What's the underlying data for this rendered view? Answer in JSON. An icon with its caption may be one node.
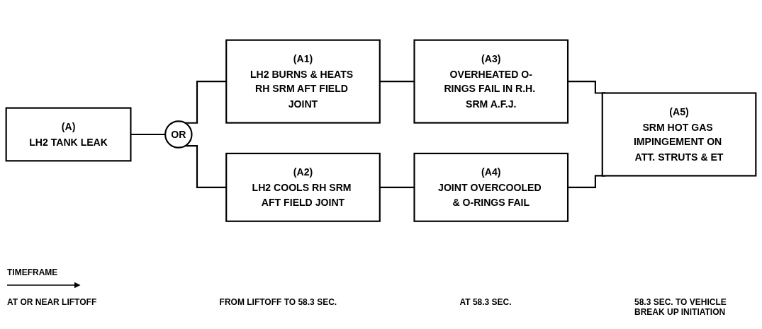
{
  "diagram": {
    "nodes": [
      {
        "text": [
          "(A)",
          "LH2 TANK LEAK"
        ]
      },
      {
        "text": [
          "OR"
        ]
      },
      {
        "text": [
          "(A1)",
          "LH2 BURNS & HEATS RH SRM AFT FIELD JOINT"
        ]
      },
      {
        "text": [
          "(A2)",
          "LH2 COOLS RH SRM AFT FIELD JOINT"
        ]
      },
      {
        "text": [
          "(A3)",
          "OVERHEATED O-RINGS FAIL IN R.H. SRM A.F.J."
        ]
      },
      {
        "text": [
          "(A4)",
          "JOINT OVERCOOLED & O-RINGS FAIL"
        ]
      },
      {
        "text": [
          "(A5)",
          "SRM HOT GAS IMPINGEMENT ON ATT. STRUTS & ET"
        ]
      }
    ],
    "edges": [
      {
        "from": 0,
        "to": 1,
        "arrow": "none"
      },
      {
        "from": 1,
        "to": 2,
        "arrow": "none"
      },
      {
        "from": 1,
        "to": 3,
        "arrow": "none"
      },
      {
        "from": 2,
        "to": 4,
        "arrow": "none"
      },
      {
        "from": 3,
        "to": 5,
        "arrow": "none"
      },
      {
        "from": 4,
        "to": 6,
        "arrow": "none"
      },
      {
        "from": 5,
        "to": 6,
        "arrow": "none"
      }
    ],
    "labels": [
      "TIMEFRAME",
      "AT OR NEAR LIFTOFF",
      "FROM LIFTOFF TO 58.3 SEC.",
      "AT 58.3 SEC.",
      "58.3 SEC. TO VEHICLE BREAK UP INITIATION"
    ]
  }
}
